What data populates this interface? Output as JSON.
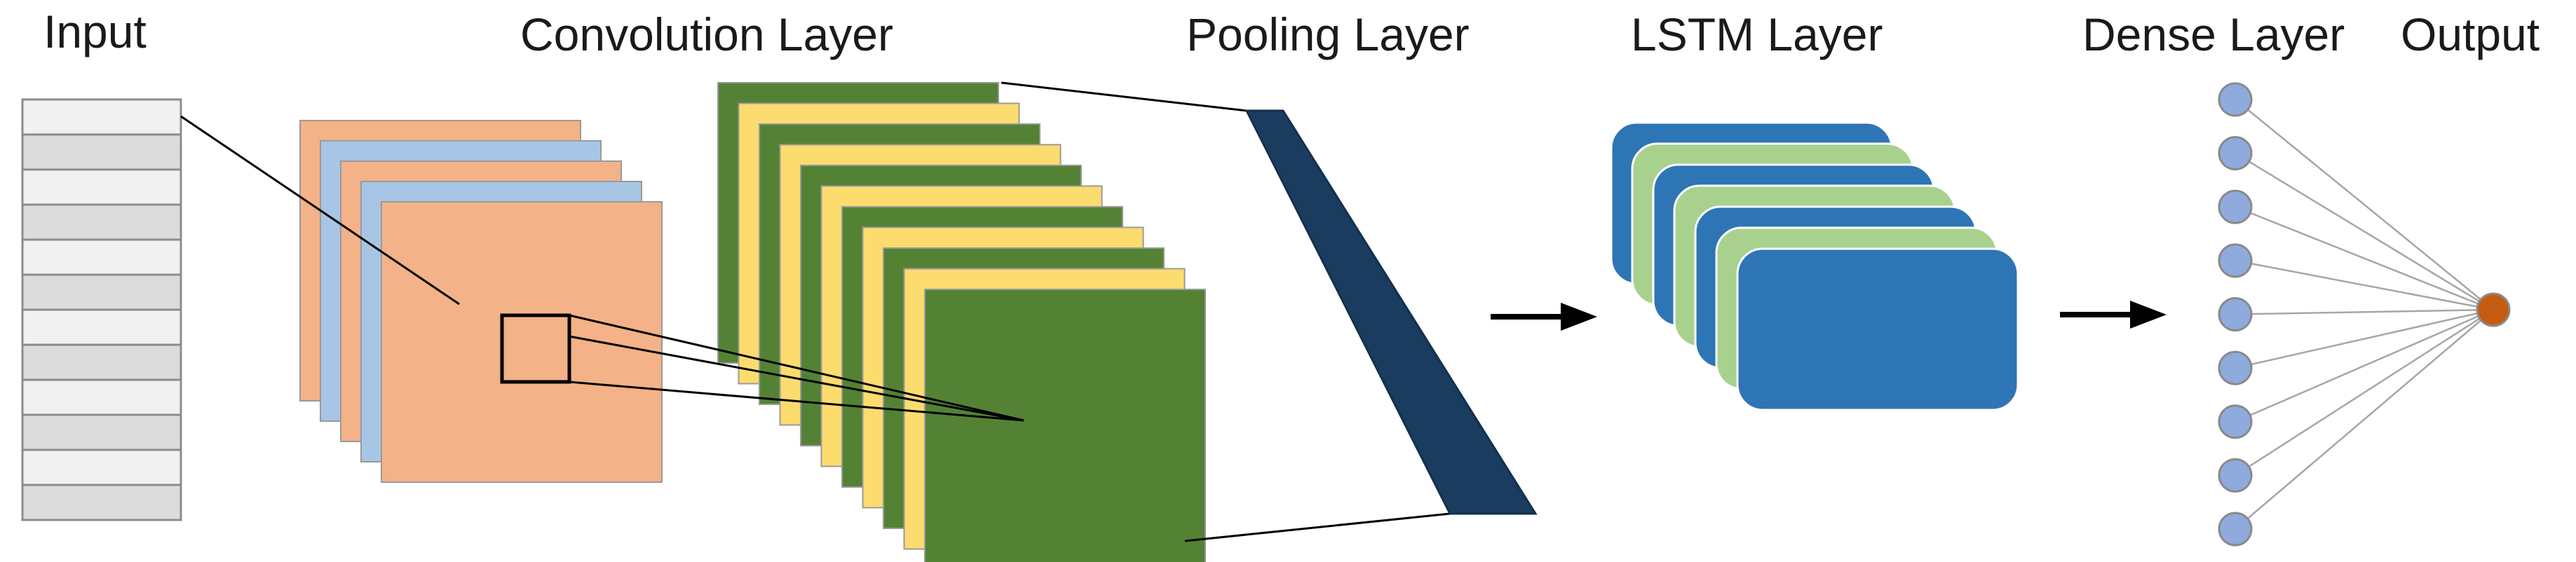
{
  "labels": {
    "input": "Input",
    "convolution": "Convolution Layer",
    "pooling": "Pooling Layer",
    "lstm": "LSTM Layer",
    "dense": "Dense Layer",
    "output": "Output"
  },
  "structure": {
    "input_cells": 12,
    "conv_feature_maps": 5,
    "conv_output_maps": 11,
    "lstm_cells": 7,
    "dense_nodes": 9,
    "output_nodes": 1
  },
  "colors": {
    "input_cell_light": "#f1f1f1",
    "input_cell_dark": "#dcdcdc",
    "conv_blue": "#a7c6e6",
    "conv_orange": "#f3b287",
    "map_yellow": "#fddc6f",
    "map_green": "#548235",
    "pooling": "#1a3c5e",
    "lstm_light": "#a9d18e",
    "lstm_blue": "#2e75b6",
    "dense_node": "#8faadc",
    "output_node": "#c55a11",
    "arrow": "#000000"
  }
}
